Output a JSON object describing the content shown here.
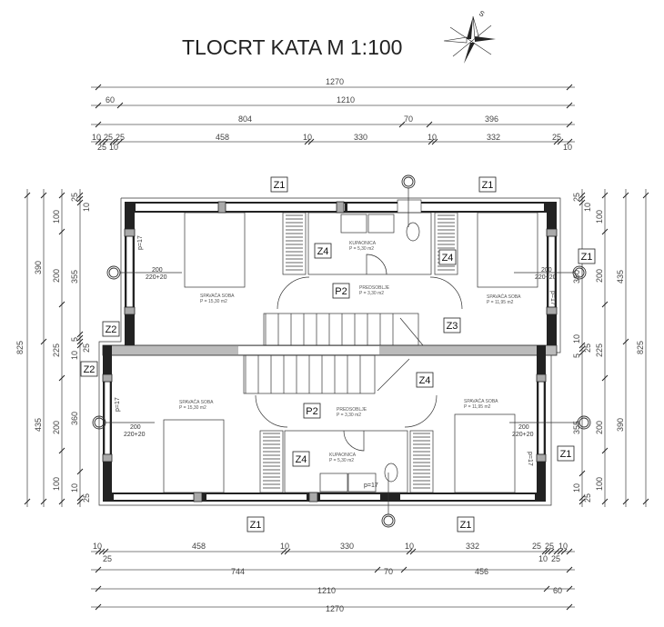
{
  "title": "TLOCRT KATA M 1:100",
  "north_label": "S",
  "top_dims": {
    "overall": "1270",
    "row2": [
      "60",
      "1210"
    ],
    "row3": [
      "804",
      "70",
      "396"
    ],
    "chain": [
      "10",
      "25",
      "25",
      "10",
      "25",
      "458",
      "10",
      "330",
      "10",
      "332",
      "25",
      "10"
    ]
  },
  "bottom_dims": {
    "chain": [
      "10",
      "25",
      "458",
      "10",
      "330",
      "10",
      "332",
      "25",
      "10",
      "25",
      "25",
      "10"
    ],
    "row2": [
      "744",
      "70",
      "456"
    ],
    "row3": [
      "1210",
      "60"
    ],
    "overall": "1270"
  },
  "left_dims": {
    "overall": "825",
    "row2": [
      "390",
      "435"
    ],
    "row3": [
      "100",
      "200",
      "225",
      "200",
      "100"
    ],
    "chain": [
      "25",
      "10",
      "355",
      "5",
      "25",
      "10",
      "360",
      "10",
      "25"
    ]
  },
  "right_dims": {
    "chain": [
      "25",
      "10",
      "360",
      "10",
      "25",
      "5",
      "355",
      "10",
      "25"
    ],
    "row3": [
      "100",
      "200",
      "225",
      "200",
      "100"
    ],
    "row2": [
      "435",
      "390"
    ],
    "overall": "825"
  },
  "tags": [
    "Z1",
    "Z1",
    "Z1",
    "Z4",
    "Z4",
    "P2",
    "Z2",
    "Z3",
    "Z2",
    "Z4",
    "P2",
    "Z4",
    "Z1",
    "Z1",
    "Z1"
  ],
  "rooms": {
    "upper_left": {
      "name": "SPAVAĆA SOBA",
      "area": "P = 15,30 m2"
    },
    "upper_bath": {
      "name": "KUPAONICA",
      "area": "P = 5,30 m2"
    },
    "upper_hall": {
      "name": "PREDSOBLJE",
      "area": "P = 3,30 m2"
    },
    "upper_right": {
      "name": "SPAVAĆA SOBA",
      "area": "P = 11,95 m2"
    },
    "lower_left": {
      "name": "SPAVAĆA SOBA",
      "area": "P = 15,30 m2"
    },
    "lower_hall": {
      "name": "PREDSOBLJE",
      "area": "P = 3,30 m2"
    },
    "lower_bath": {
      "name": "KUPAONICA",
      "area": "P = 5,30 m2"
    },
    "lower_right": {
      "name": "SPAVAĆA SOBA",
      "area": "P = 11,95 m2"
    }
  },
  "windows": {
    "width": "200",
    "height": "220+20",
    "sill": "p=17"
  }
}
